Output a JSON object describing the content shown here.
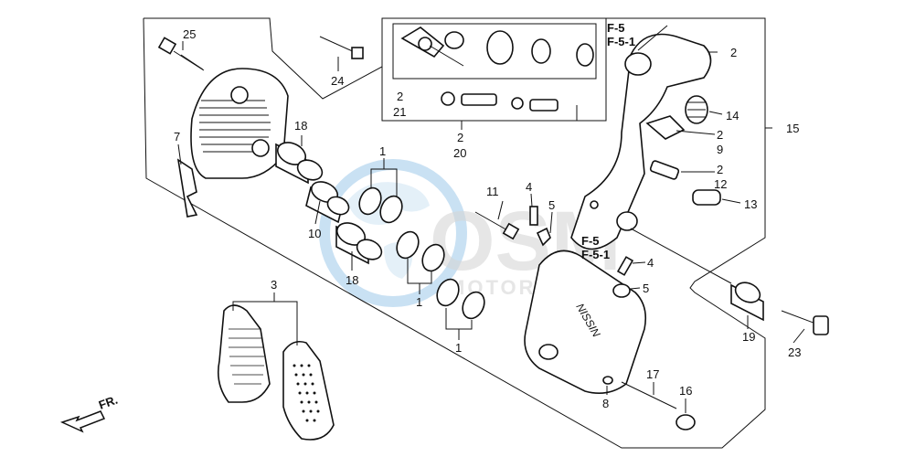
{
  "labels": {
    "l25": "25",
    "l24": "24",
    "l18a": "18",
    "l7": "7",
    "l10": "10",
    "l18b": "18",
    "l1a": "1",
    "l1b": "1",
    "l1c": "1",
    "l3": "3",
    "l2a": "2",
    "l21": "21",
    "l2b": "2",
    "l20": "20",
    "l11": "11",
    "l4a": "4",
    "l5a": "5",
    "l4b": "4",
    "l5b": "5",
    "l2c": "2",
    "l14": "14",
    "l2d": "2",
    "l9": "9",
    "l2e": "2",
    "l12": "12",
    "l13": "13",
    "l15": "15",
    "l19": "19",
    "l23": "23",
    "l17": "17",
    "l16": "16",
    "l8": "8"
  },
  "refs": {
    "top_f5": "F-5",
    "top_f51": "F-5-1",
    "mid_f5": "F-5",
    "mid_f51": "F-5-1"
  },
  "front_marker": "FR.",
  "watermark": {
    "big": "OSM",
    "small": "MOTORPARTS",
    "color": "#9ec9ea"
  }
}
